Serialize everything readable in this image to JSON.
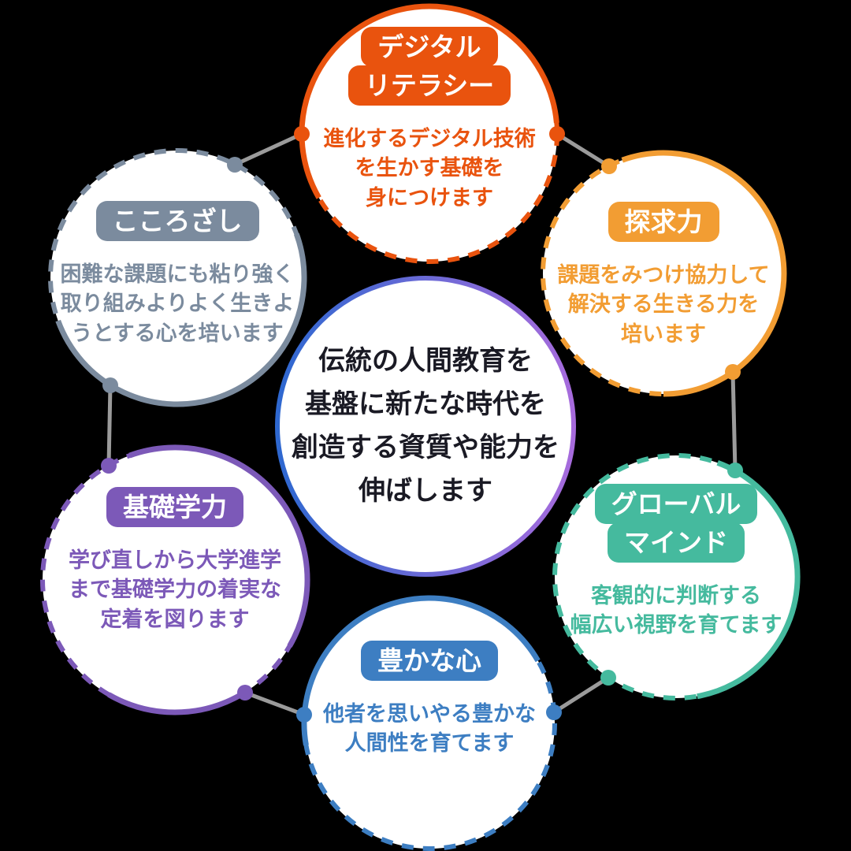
{
  "colors": {
    "digital": "#E9530E",
    "tankyuu": "#F29D33",
    "global": "#45BA9E",
    "yutaka": "#3D7EC2",
    "kiso": "#7C59B8",
    "kokoro": "#7B8B9E",
    "connector": "#9B9B9B",
    "center_text": "#1A1A24",
    "center_border_start": "#2E68D0",
    "center_border_end": "#A76BDC",
    "background": "#000000",
    "circle_fill": "#FFFFFF"
  },
  "center": {
    "lines": [
      "伝統の人間教育を",
      "基盤に新たな時代を",
      "創造する資質や能力を",
      "伸ばします"
    ]
  },
  "nodes": {
    "digital": {
      "label_lines": [
        "デジタル",
        "リテラシー"
      ],
      "body_lines": [
        "進化するデジタル技術",
        "を生かす基礎を",
        "身につけます"
      ]
    },
    "tankyuu": {
      "label_lines": [
        "探求力"
      ],
      "body_lines": [
        "課題をみつけ協力して",
        "解決する生きる力を",
        "培います"
      ]
    },
    "global": {
      "label_lines": [
        "グローバル",
        "マインド"
      ],
      "body_lines": [
        "客観的に判断する",
        "幅広い視野を育てます"
      ]
    },
    "yutaka": {
      "label_lines": [
        "豊かな心"
      ],
      "body_lines": [
        "他者を思いやる豊かな",
        "人間性を育てます"
      ]
    },
    "kiso": {
      "label_lines": [
        "基礎学力"
      ],
      "body_lines": [
        "学び直しから大学進学",
        "まで基礎学力の着実な",
        "定着を図ります"
      ]
    },
    "kokoro": {
      "label_lines": [
        "こころざし"
      ],
      "body_lines": [
        "困難な課題にも粘り強く",
        "取り組みよりよく生きよ",
        "うとする心を培います"
      ]
    }
  }
}
